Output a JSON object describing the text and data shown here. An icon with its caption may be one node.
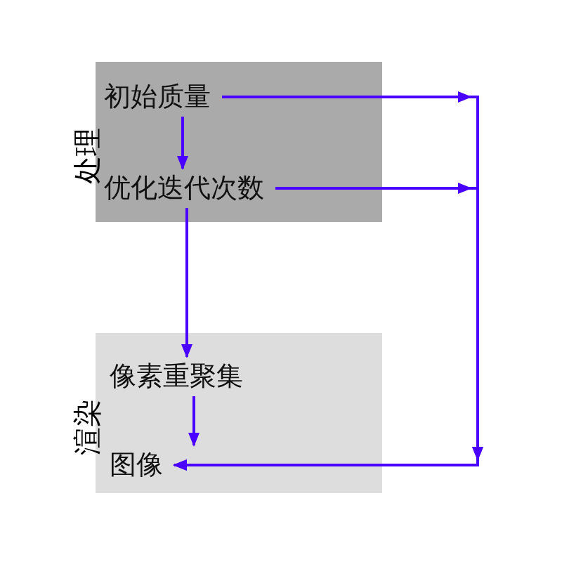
{
  "diagram": {
    "nodes": [
      {
        "text": [
          "处理"
        ]
      },
      {
        "text": [
          "初始质量"
        ],
        "in": 0
      },
      {
        "text": [
          "优化迭代次数"
        ],
        "in": 0
      },
      {
        "text": [
          "渲染"
        ]
      },
      {
        "text": [
          "像素重聚集"
        ],
        "in": 3
      },
      {
        "text": [
          "图像"
        ],
        "in": 3
      }
    ],
    "edges": [
      {
        "from": 1,
        "to": 2,
        "arrow": "to"
      },
      {
        "from": 2,
        "to": 4,
        "arrow": "to"
      },
      {
        "from": 4,
        "to": 5,
        "arrow": "to"
      },
      {
        "from": 1,
        "to": 5,
        "arrow": "to"
      },
      {
        "from": 2,
        "to": 5,
        "arrow": "to"
      }
    ]
  }
}
